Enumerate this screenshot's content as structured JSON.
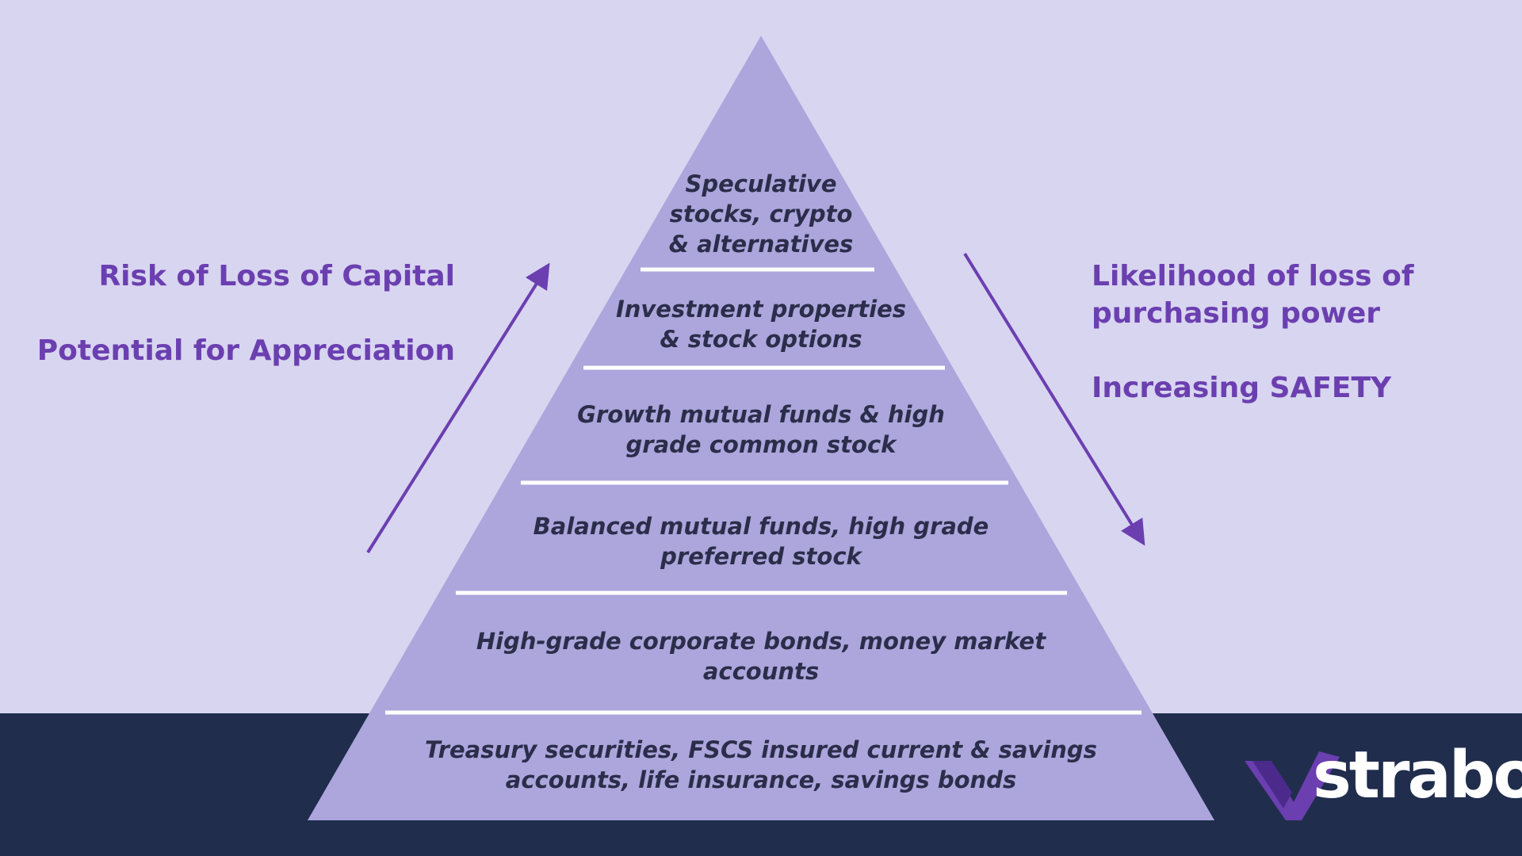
{
  "left_labels": {
    "risk": "Risk of Loss of Capital",
    "appreciation": "Potential for Appreciation"
  },
  "right_labels": {
    "purchasing_line1": "Likelihood of loss of",
    "purchasing_line2": "purchasing power",
    "safety": "Increasing SAFETY"
  },
  "tiers": [
    {
      "lines": [
        "Speculative",
        "stocks, crypto",
        "& alternatives"
      ]
    },
    {
      "lines": [
        "Investment properties",
        "& stock options"
      ]
    },
    {
      "lines": [
        "Growth mutual funds & high",
        "grade common stock"
      ]
    },
    {
      "lines": [
        "Balanced mutual funds, high grade",
        "preferred stock"
      ]
    },
    {
      "lines": [
        "High-grade corporate bonds, money market",
        "accounts"
      ]
    },
    {
      "lines": [
        "Treasury securities, FSCS insured current & savings",
        "accounts, life insurance, savings bonds"
      ]
    }
  ],
  "logo": {
    "text": "strabo"
  },
  "colors": {
    "background": "#d8d5f0",
    "pyramid": "#aca6dc",
    "accent": "#6b3fb0",
    "footer": "#202d4d",
    "tier_text": "#2b2d4a"
  }
}
